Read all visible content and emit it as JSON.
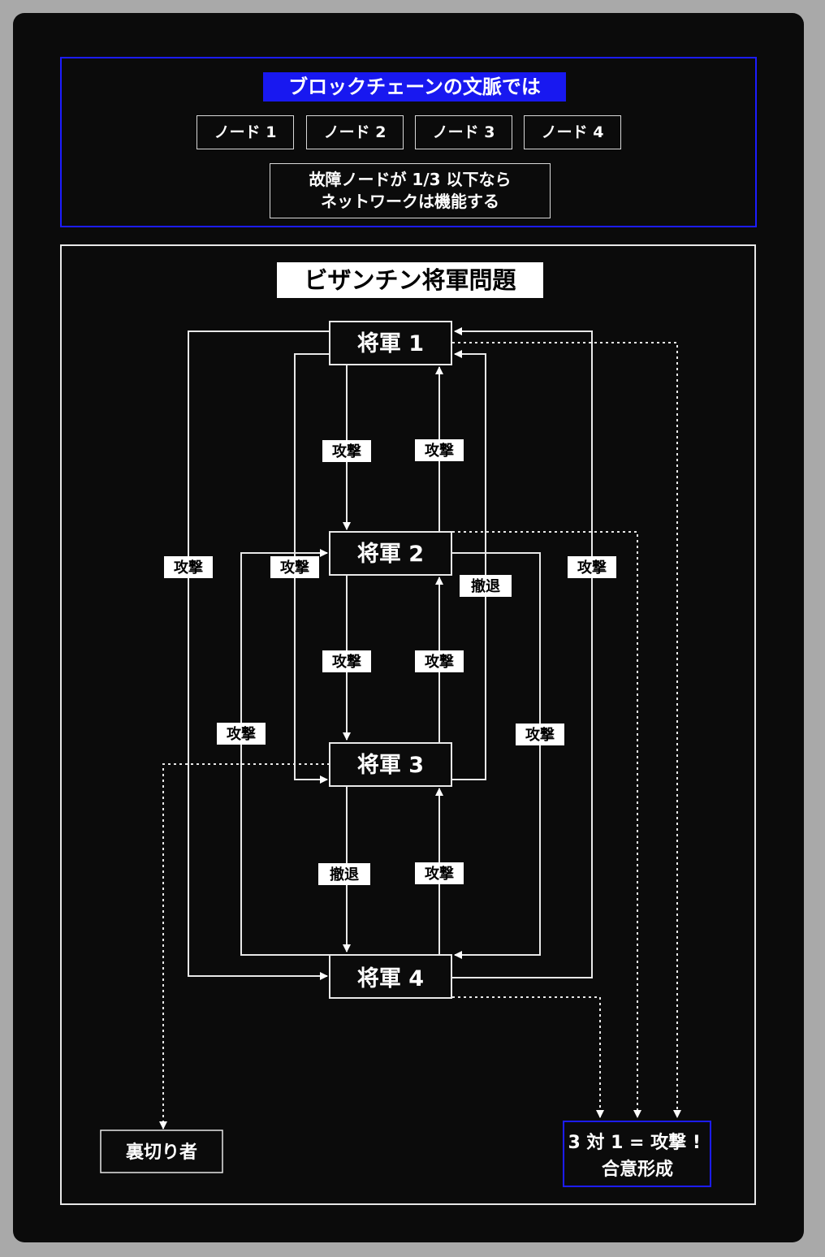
{
  "blockchain": {
    "title": "ブロックチェーンの文脈では",
    "nodes": [
      "ノード 1",
      "ノード 2",
      "ノード 3",
      "ノード 4"
    ],
    "fault_note": "故障ノードが 1/3 以下なら\nネットワークは機能する"
  },
  "byzantine": {
    "title": "ビザンチン将軍問題",
    "generals": [
      "将軍 1",
      "将軍 2",
      "将軍 3",
      "将軍 4"
    ],
    "edge_labels": {
      "g1_to_g2": "攻撃",
      "g2_to_g1": "攻撃",
      "g1_to_g4": "攻撃",
      "g1_to_g3": "攻撃",
      "g2_to_g4": "攻撃",
      "g3_to_g1": "撤退",
      "g2_to_g3": "攻撃",
      "g3_to_g2": "攻撃",
      "g4_to_g2": "攻撃",
      "g4_to_g1": "攻撃",
      "g3_to_g4": "撤退",
      "g4_to_g3": "攻撃"
    },
    "traitor": "裏切り者",
    "outcome": "3 対 1 = 攻撃 !\n合意形成"
  },
  "colors": {
    "accent_blue": "#1818f0",
    "background": "#0b0b0b",
    "outer_background": "#a9a9a9"
  }
}
